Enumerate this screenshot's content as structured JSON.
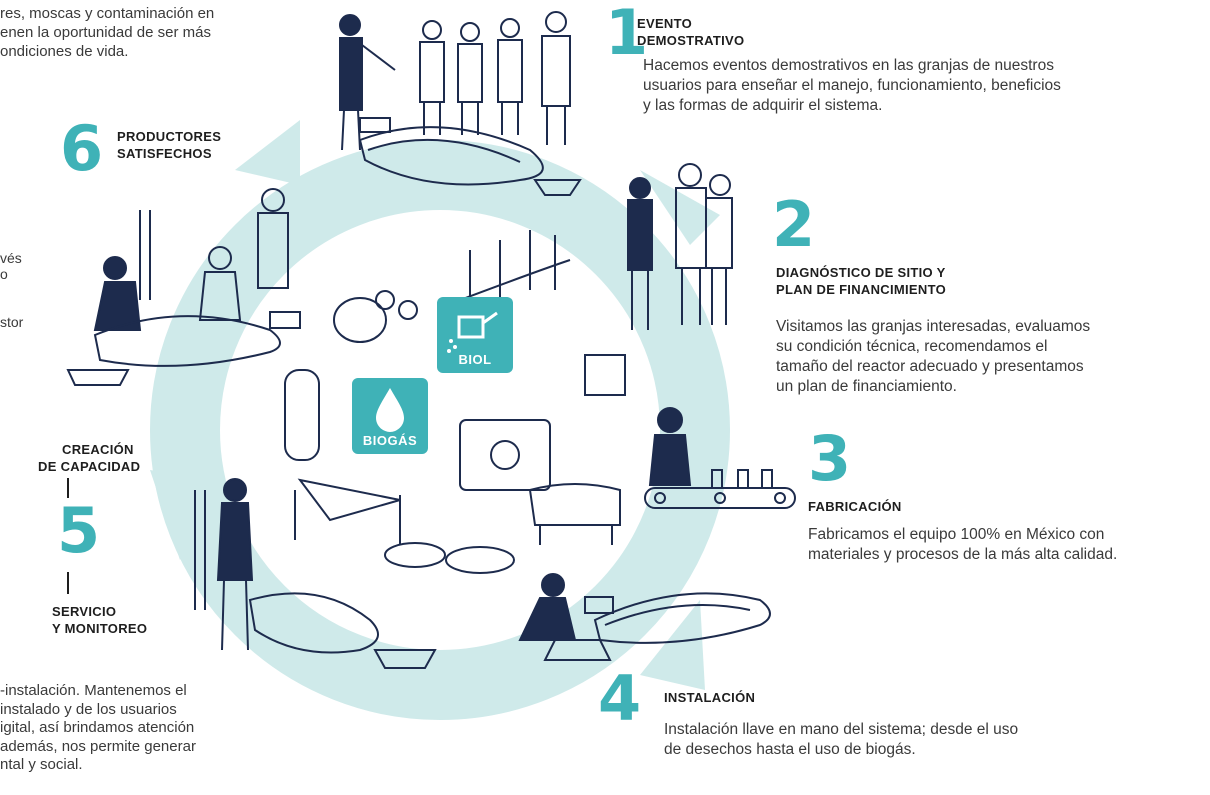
{
  "colors": {
    "accent": "#3fb2b7",
    "ring": "#cfeaea",
    "ink": "#1d2b4d"
  },
  "steps": [
    {
      "number": "1",
      "title_line1": "EVENTO",
      "title_line2": "DEMOSTRATIVO",
      "text": [
        "Hacemos eventos demostrativos en las granjas de nuestros",
        "usuarios para enseñar el manejo, funcionamiento, beneficios",
        "y las formas de adquirir el sistema."
      ]
    },
    {
      "number": "2",
      "title_line1": "DIAGNÓSTICO DE SITIO Y",
      "title_line2": "PLAN DE FINANCIMIENTO",
      "text": [
        "Visitamos las granjas interesadas, evaluamos",
        "su condición técnica, recomendamos el",
        "tamaño del reactor adecuado y presentamos",
        "un plan de financiamiento."
      ]
    },
    {
      "number": "3",
      "title_line1": "FABRICACIÓN",
      "text": [
        "Fabricamos el equipo 100% en México con",
        "materiales y procesos de la más alta calidad."
      ]
    },
    {
      "number": "4",
      "title_line1": "INSTALACIÓN",
      "text": [
        "Instalación llave en mano del sistema; desde el uso",
        "de desechos hasta el uso de biogás."
      ]
    },
    {
      "number": "5",
      "title_top_1": "CREACIÓN",
      "title_top_2": "DE CAPACIDAD",
      "title_bottom_1": "SERVICIO",
      "title_bottom_2": "Y MONITOREO",
      "text": [
        "-instalación. Mantenemos el",
        "instalado y de los usuarios",
        "igital, así brindamos atención",
        "además, nos permite generar",
        "ntal y social."
      ]
    },
    {
      "number": "6",
      "title_line1": "PRODUCTORES",
      "title_line2": "SATISFECHOS",
      "text_top": [
        "res, moscas y contaminación en",
        "enen la oportunidad de ser más",
        "ondiciones de vida."
      ],
      "text_side": [
        "vés",
        "o",
        "",
        "",
        "stor"
      ]
    }
  ],
  "badges": {
    "biol": "BIOL",
    "biogas": "BIOGÁS"
  }
}
